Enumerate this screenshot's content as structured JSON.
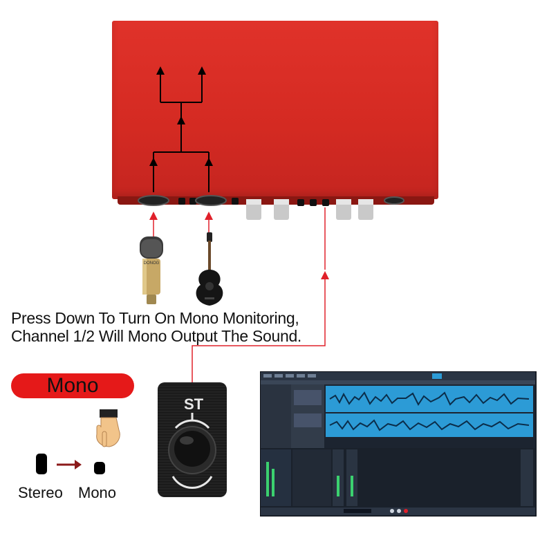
{
  "caption": {
    "line1": "Press Down To Turn On Mono Monitoring,",
    "line2": "Channel 1/2 Will Mono Output The Sound."
  },
  "mode": {
    "badge": "Mono",
    "from_label": "Stereo",
    "to_label": "Mono"
  },
  "knob": {
    "label": "ST"
  },
  "microphone": {
    "brand": "DONOG"
  },
  "colors": {
    "device_red": "#d42a22",
    "arrow_red": "#e0202a",
    "badge_red": "#e51919",
    "waveform_blue": "#2c9bd6",
    "daw_dark": "#1c2430"
  },
  "icons": {
    "hand": "pointing-hand-icon",
    "arrow": "right-arrow-icon"
  }
}
